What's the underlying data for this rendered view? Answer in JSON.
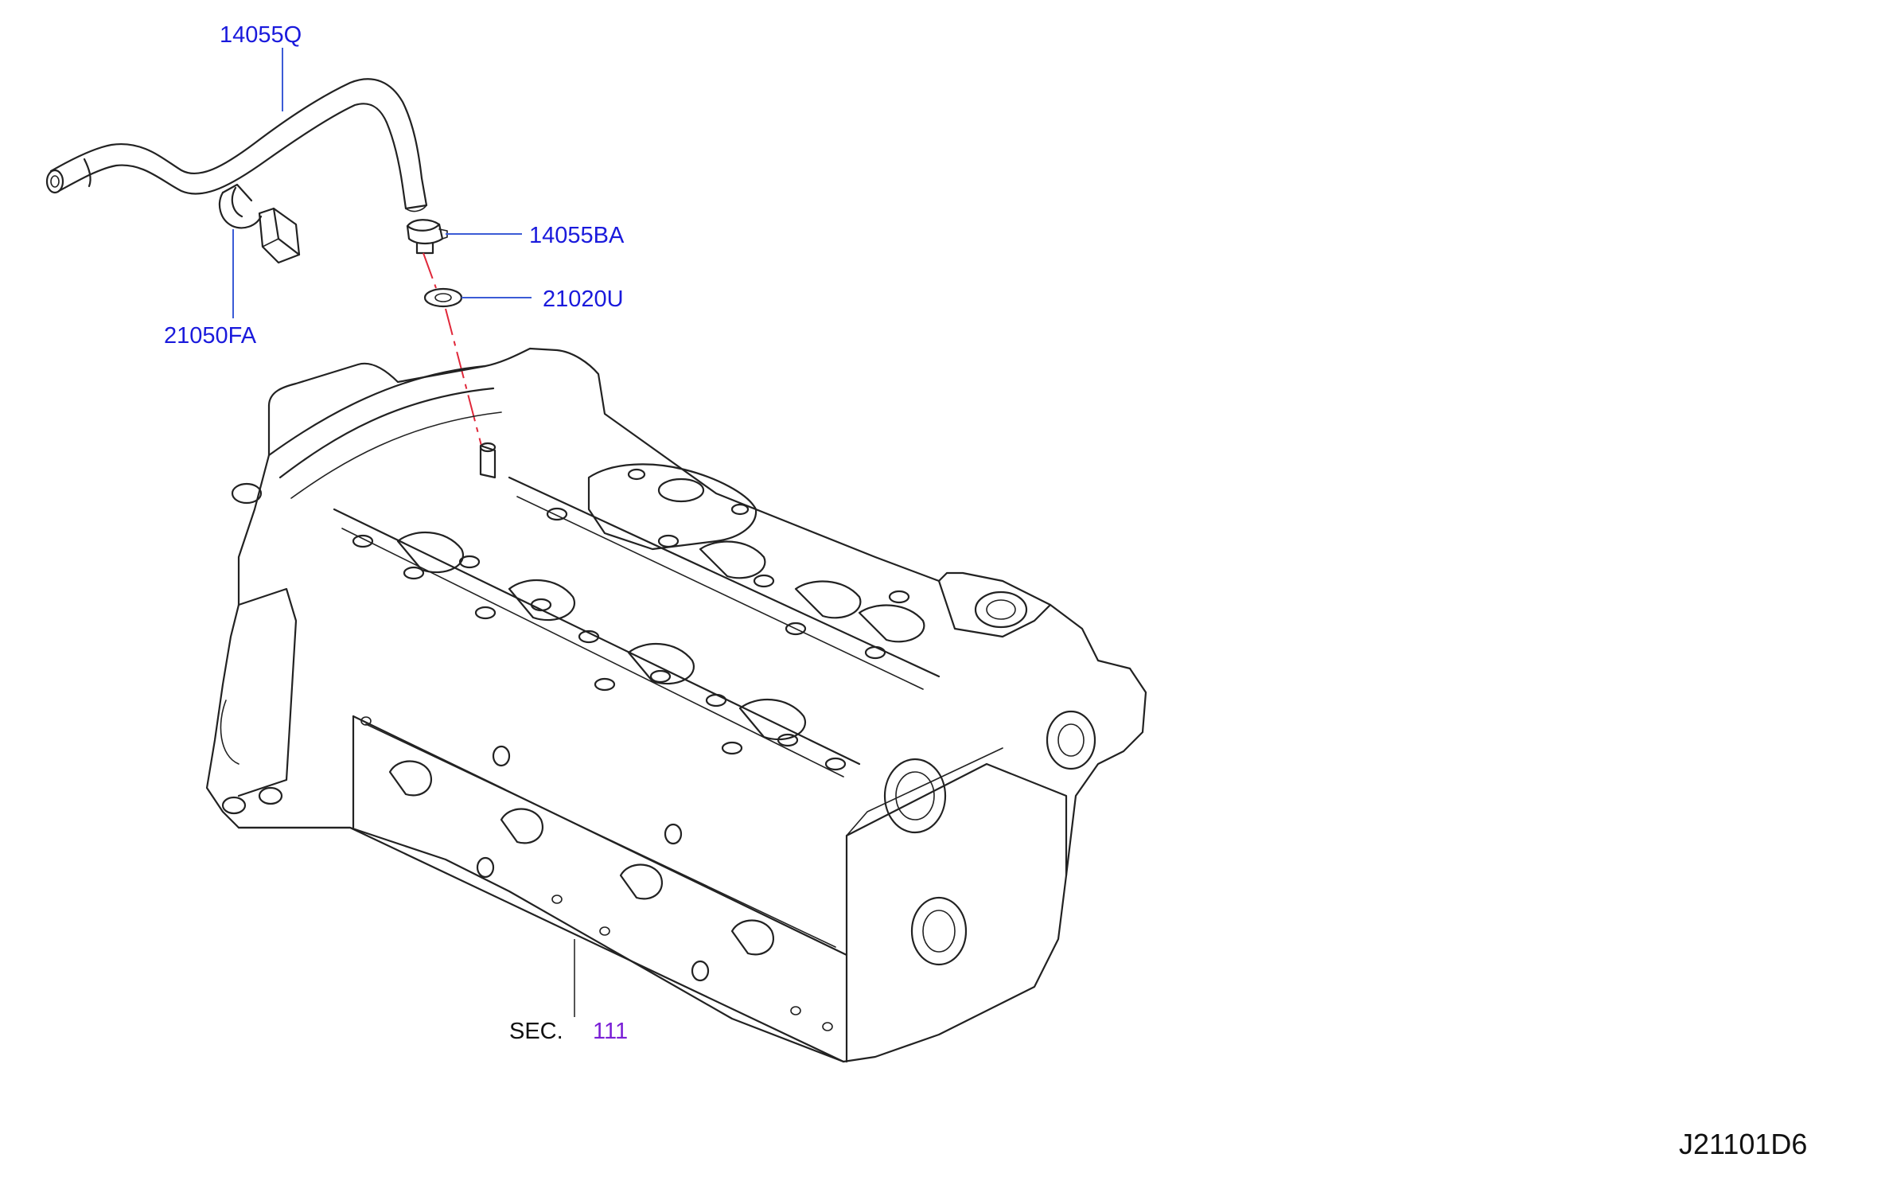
{
  "callouts": {
    "hose": "14055Q",
    "clamp_upper": "14055BA",
    "washer": "21020U",
    "clamp_lower": "21050FA"
  },
  "section_ref": {
    "prefix": "SEC.",
    "number": "111"
  },
  "diagram_code": "J21101D6",
  "colors": {
    "part_label": "#1a1adc",
    "section_number": "#7a1fd6",
    "centerline": "#e0283a"
  }
}
